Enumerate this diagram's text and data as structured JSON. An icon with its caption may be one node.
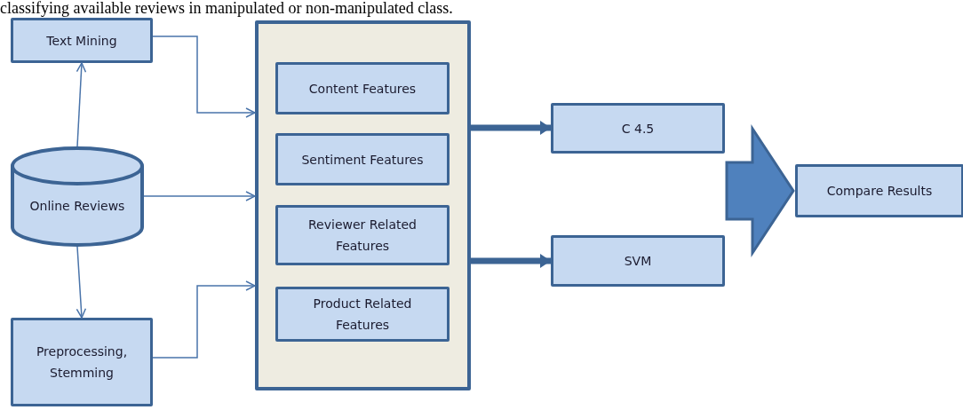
{
  "diagram": {
    "nodes": [
      {
        "text": [
          "Text Mining"
        ]
      },
      {
        "text": [
          "Online Reviews"
        ]
      },
      {
        "text": [
          "Preprocessing, Stemming"
        ]
      },
      {
        "text": [],
        "shape": "box"
      },
      {
        "text": [
          "Content Features"
        ],
        "in": 3
      },
      {
        "text": [
          "Sentiment Features"
        ],
        "in": 3
      },
      {
        "text": [
          "Reviewer Related Features"
        ],
        "in": 3
      },
      {
        "text": [
          "Product Related Features"
        ],
        "in": 3
      },
      {
        "text": [
          "C 4.5"
        ]
      },
      {
        "text": [
          "SVM"
        ]
      },
      {
        "text": [
          "Compare Results"
        ]
      }
    ],
    "edges": [
      {
        "from": 1,
        "to": 0,
        "arrow": "to"
      },
      {
        "from": 1,
        "to": 2,
        "arrow": "to"
      },
      {
        "from": 0,
        "to": 3,
        "arrow": "to"
      },
      {
        "from": 1,
        "to": 3,
        "arrow": "to"
      },
      {
        "from": 2,
        "to": 3,
        "arrow": "to"
      },
      {
        "from": 3,
        "to": 8,
        "arrow": "to",
        "style": "thick"
      },
      {
        "from": 3,
        "to": 9,
        "arrow": "to",
        "style": "thick"
      },
      {
        "from": 8,
        "to": 10,
        "arrow": "to",
        "style": "thick"
      },
      {
        "from": 9,
        "to": 10,
        "arrow": "to",
        "style": "thick"
      }
    ],
    "labels": [
      "classifying available reviews in manipulated or non-manipulated class."
    ]
  }
}
